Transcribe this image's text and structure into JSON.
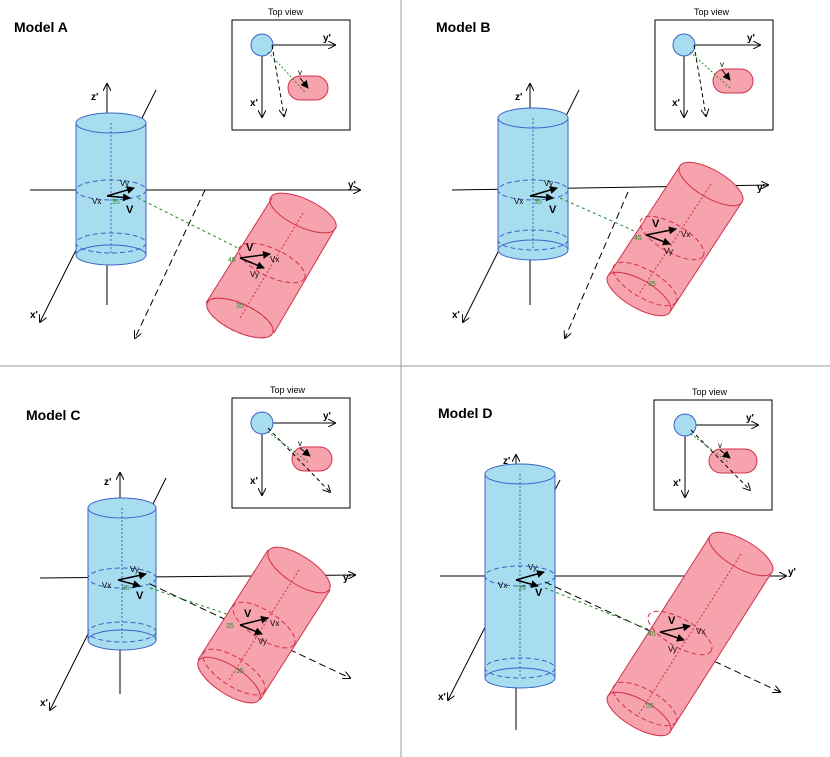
{
  "panels": [
    {
      "key": "a",
      "title": "Model A",
      "top_view_title": "Top view",
      "axis_labels": {
        "z": "z'",
        "y": "y'",
        "x": "x'"
      },
      "top_axis_labels": {
        "y": "y'",
        "x": "x'"
      },
      "vector_labels": {
        "v": "V",
        "vx": "Vx",
        "vy": "Vy",
        "vtop": "v"
      },
      "angles": {
        "blue": "35",
        "red_mid": "45",
        "red_bottom": "35"
      }
    },
    {
      "key": "b",
      "title": "Model B",
      "top_view_title": "Top view",
      "axis_labels": {
        "z": "z'",
        "y": "y'",
        "x": "x'"
      },
      "top_axis_labels": {
        "y": "y'",
        "x": "x'"
      },
      "vector_labels": {
        "v": "V",
        "vx": "Vx",
        "vy": "Vy",
        "vtop": "v"
      },
      "angles": {
        "blue": "35",
        "red_mid": "45",
        "red_bottom": "35"
      }
    },
    {
      "key": "c",
      "title": "Model C",
      "top_view_title": "Top view",
      "axis_labels": {
        "z": "z'",
        "y": "y'",
        "x": "x'"
      },
      "top_axis_labels": {
        "y": "y'",
        "x": "x'"
      },
      "vector_labels": {
        "v": "V",
        "vx": "Vx",
        "vy": "Vy",
        "vtop": "v"
      },
      "angles": {
        "blue": "35",
        "red_mid": "35",
        "red_bottom": "35"
      }
    },
    {
      "key": "d",
      "title": "Model D",
      "top_view_title": "Top view",
      "axis_labels": {
        "z": "z'",
        "y": "y'",
        "x": "x'"
      },
      "top_axis_labels": {
        "y": "y'",
        "x": "x'"
      },
      "vector_labels": {
        "v": "V",
        "vx": "Vx",
        "vy": "Vy",
        "vtop": "v"
      },
      "angles": {
        "blue": "35",
        "red_mid": "45",
        "red_bottom": "55"
      }
    }
  ],
  "colors": {
    "blue_fill": "#a8dcef",
    "blue_stroke": "#3a63c8",
    "red_fill": "#f7a3ad",
    "red_stroke": "#d03048",
    "green_dash": "#2a8a2a",
    "divider": "#9a9a9a"
  }
}
